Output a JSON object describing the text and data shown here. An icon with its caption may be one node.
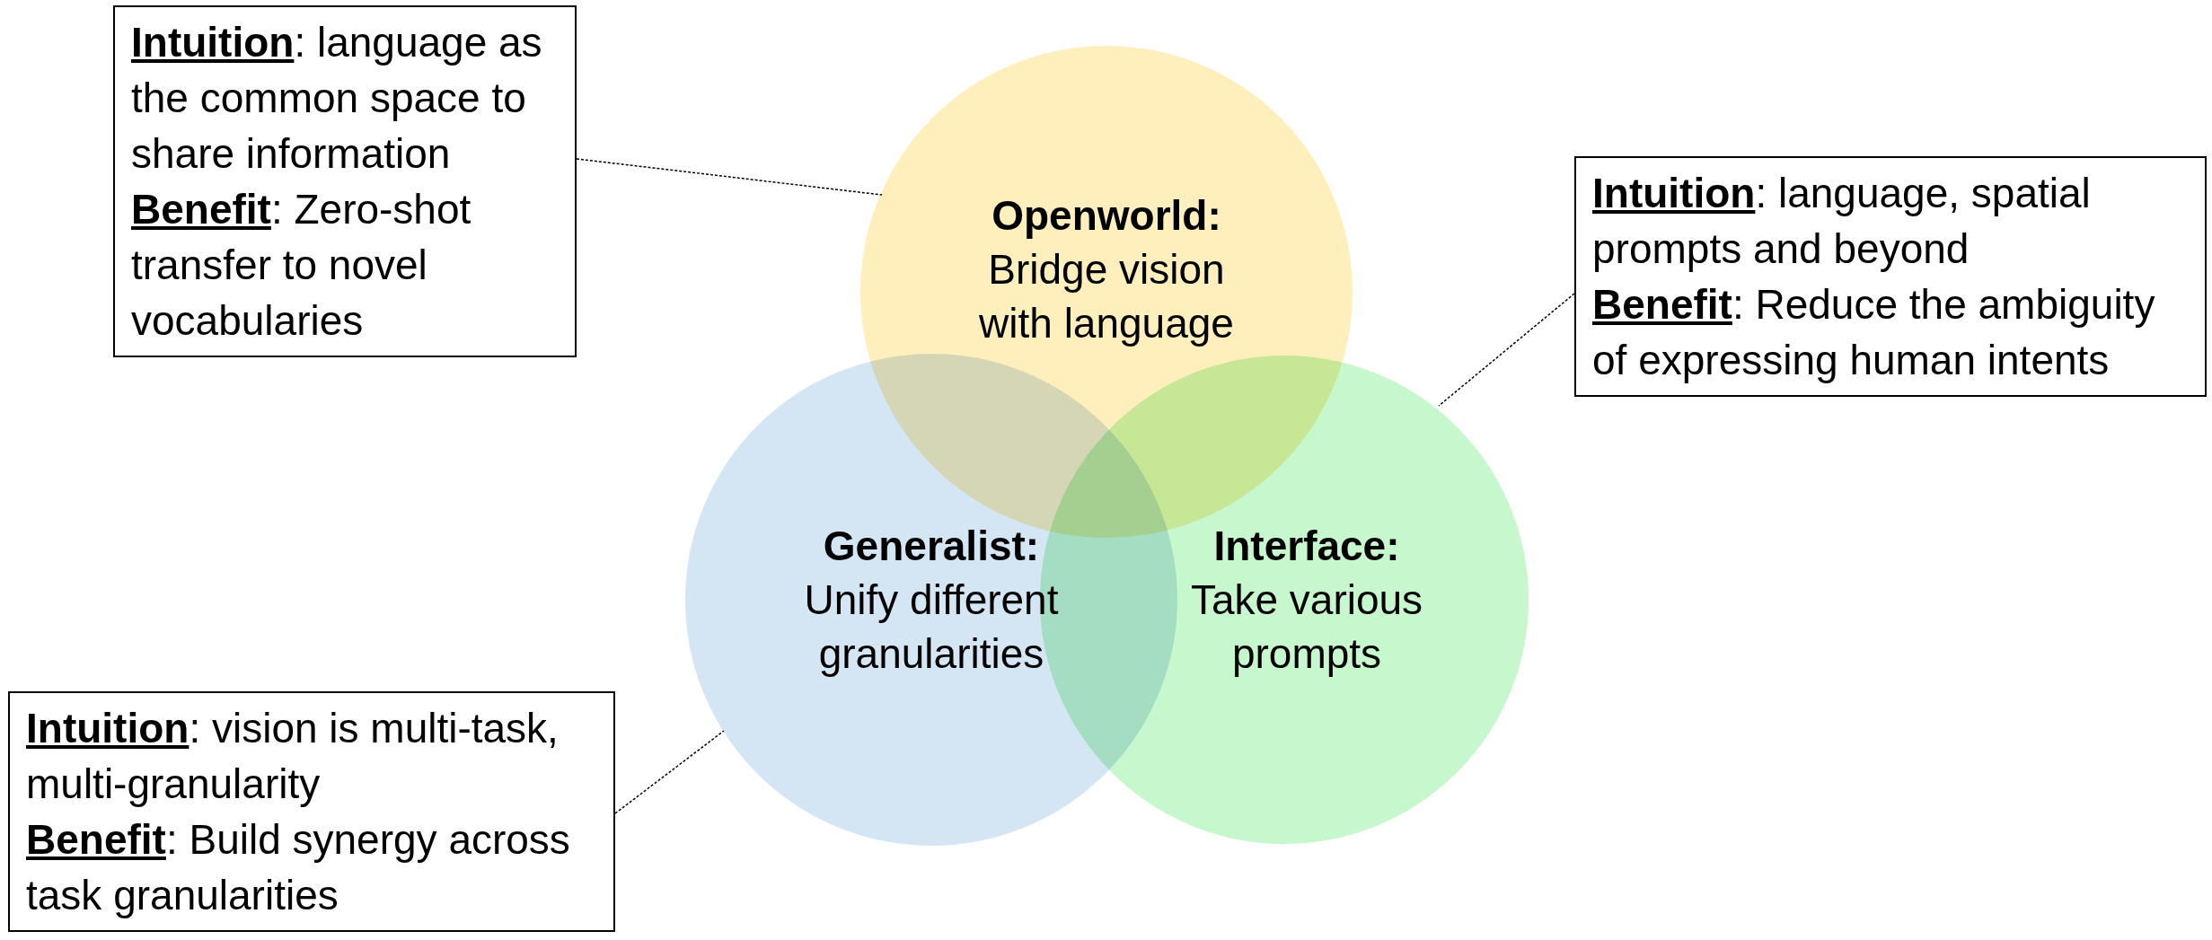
{
  "diagram": {
    "nodes": [
      {
        "text": [
          "**Intuition**: language as the common space to share information",
          "**Benefit**: Zero-shot transfer to novel vocabularies"
        ]
      },
      {
        "text": [
          "Openworld:",
          "Bridge vision with language"
        ]
      },
      {
        "text": [
          "**Intuition**: language, spatial prompts and beyond",
          "**Benefit**: Reduce the ambiguity of expressing human intents"
        ]
      },
      {
        "text": [
          "Generalist:",
          "Unify different granularities"
        ]
      },
      {
        "text": [
          "Interface:",
          "Take various prompts"
        ]
      },
      {
        "text": [
          "**Intuition**: vision is multi-task, multi-granularity",
          "**Benefit**: Build synergy across task granularities"
        ]
      }
    ],
    "edges": [
      {
        "from": 0,
        "to": 1,
        "arrow": "none"
      },
      {
        "from": 2,
        "to": 4,
        "arrow": "none"
      },
      {
        "from": 5,
        "to": 3,
        "arrow": "none"
      }
    ]
  }
}
